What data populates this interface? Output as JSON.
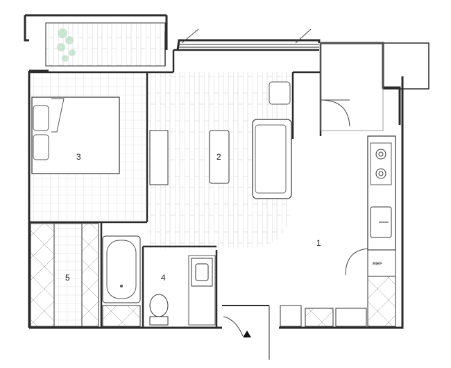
{
  "rooms": [
    {
      "id": "room-1",
      "label": "1"
    },
    {
      "id": "room-2",
      "label": "2"
    },
    {
      "id": "room-3",
      "label": "3"
    },
    {
      "id": "room-4",
      "label": "4"
    },
    {
      "id": "room-5",
      "label": "5"
    }
  ],
  "appliances": {
    "refrigerator": "REF"
  },
  "colors": {
    "wall": "#2a2a2a",
    "line": "#555555",
    "plant": "#bfe0c8",
    "background": "#ffffff"
  }
}
